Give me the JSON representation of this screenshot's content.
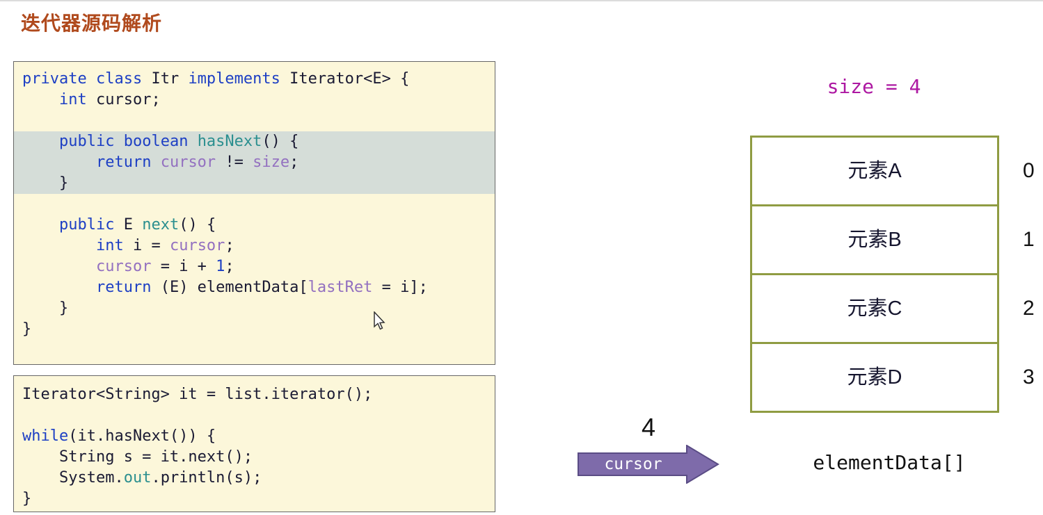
{
  "title": "迭代器源码解析",
  "colors": {
    "title": "#b04a1d",
    "code_background": "#fcf7da",
    "code_highlight": "#d5ddd8",
    "keyword": "#1d3fc4",
    "method": "#2b8f8f",
    "field": "#9370c0",
    "number": "#1d3fc4",
    "array_border": "#8f9c42",
    "size_label": "#ad18a2",
    "arrow_fill": "#7e6baa",
    "arrow_stroke": "#5a4c85"
  },
  "code_block_1": {
    "highlight_lines": [
      3,
      4,
      5
    ],
    "lines": [
      [
        {
          "t": "private",
          "c": "k"
        },
        {
          "t": " ",
          "c": "p"
        },
        {
          "t": "class",
          "c": "k"
        },
        {
          "t": " Itr ",
          "c": "p"
        },
        {
          "t": "implements",
          "c": "k"
        },
        {
          "t": " Iterator<E> {",
          "c": "p"
        }
      ],
      [
        {
          "t": "    ",
          "c": "p"
        },
        {
          "t": "int",
          "c": "k"
        },
        {
          "t": " cursor;",
          "c": "p"
        }
      ],
      [],
      [
        {
          "t": "    ",
          "c": "p"
        },
        {
          "t": "public",
          "c": "k"
        },
        {
          "t": " ",
          "c": "p"
        },
        {
          "t": "boolean",
          "c": "k"
        },
        {
          "t": " ",
          "c": "p"
        },
        {
          "t": "hasNext",
          "c": "m"
        },
        {
          "t": "() {",
          "c": "p"
        }
      ],
      [
        {
          "t": "        ",
          "c": "p"
        },
        {
          "t": "return",
          "c": "k"
        },
        {
          "t": " ",
          "c": "p"
        },
        {
          "t": "cursor",
          "c": "f"
        },
        {
          "t": " != ",
          "c": "p"
        },
        {
          "t": "size",
          "c": "f"
        },
        {
          "t": ";",
          "c": "p"
        }
      ],
      [
        {
          "t": "    }",
          "c": "p"
        }
      ],
      [],
      [
        {
          "t": "    ",
          "c": "p"
        },
        {
          "t": "public",
          "c": "k"
        },
        {
          "t": " E ",
          "c": "p"
        },
        {
          "t": "next",
          "c": "m"
        },
        {
          "t": "() {",
          "c": "p"
        }
      ],
      [
        {
          "t": "        ",
          "c": "p"
        },
        {
          "t": "int",
          "c": "k"
        },
        {
          "t": " i = ",
          "c": "p"
        },
        {
          "t": "cursor",
          "c": "f"
        },
        {
          "t": ";",
          "c": "p"
        }
      ],
      [
        {
          "t": "        ",
          "c": "p"
        },
        {
          "t": "cursor",
          "c": "f"
        },
        {
          "t": " = i + ",
          "c": "p"
        },
        {
          "t": "1",
          "c": "n"
        },
        {
          "t": ";",
          "c": "p"
        }
      ],
      [
        {
          "t": "        ",
          "c": "p"
        },
        {
          "t": "return",
          "c": "k"
        },
        {
          "t": " (E) elementData[",
          "c": "p"
        },
        {
          "t": "lastRet",
          "c": "f"
        },
        {
          "t": " = i];",
          "c": "p"
        }
      ],
      [
        {
          "t": "    }",
          "c": "p"
        }
      ],
      [
        {
          "t": "}",
          "c": "p"
        }
      ]
    ]
  },
  "code_block_2": {
    "highlight_lines": [],
    "lines": [
      [
        {
          "t": "Iterator<String> it = list.iterator();",
          "c": "p"
        }
      ],
      [],
      [
        {
          "t": "while",
          "c": "k"
        },
        {
          "t": "(it.hasNext()) {",
          "c": "p"
        }
      ],
      [
        {
          "t": "    String s = it.next();",
          "c": "p"
        }
      ],
      [
        {
          "t": "    System.",
          "c": "p"
        },
        {
          "t": "out",
          "c": "m"
        },
        {
          "t": ".println(s);",
          "c": "p"
        }
      ],
      [
        {
          "t": "}",
          "c": "p"
        }
      ]
    ]
  },
  "diagram": {
    "size_label": "size = 4",
    "array_label": "elementData[]",
    "items": [
      {
        "label": "元素A",
        "index": "0"
      },
      {
        "label": "元素B",
        "index": "1"
      },
      {
        "label": "元素C",
        "index": "2"
      },
      {
        "label": "元素D",
        "index": "3"
      }
    ],
    "cursor": {
      "value": "4",
      "label": "cursor"
    }
  }
}
